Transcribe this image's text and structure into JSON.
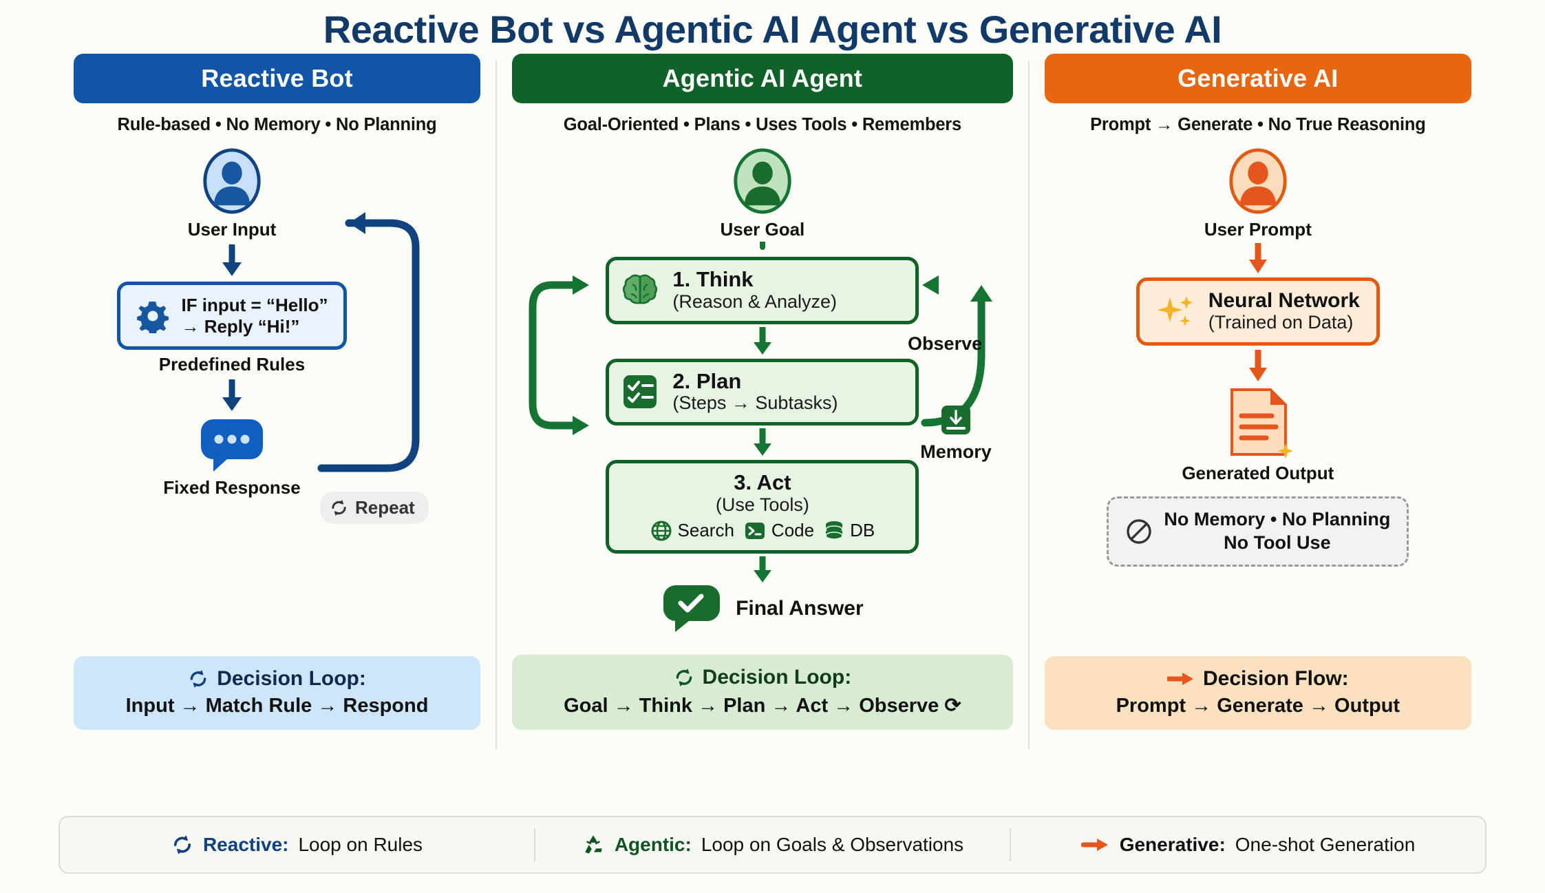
{
  "title": "Reactive Bot vs Agentic AI Agent vs Generative AI",
  "colors": {
    "blue": "#1155a8",
    "green": "#116228",
    "orange": "#e86610",
    "blue_light": "#cde6fb",
    "green_light": "#d8ecd4",
    "orange_light": "#fbe1bf",
    "background": "#fdfdf8"
  },
  "columns": {
    "reactive": {
      "header": "Reactive Bot",
      "subtitle": "Rule-based • No Memory • No Planning",
      "avatar_caption": "User Input",
      "rule_line1": "IF input = “Hello”",
      "rule_line2": "→ Reply “Hi!”",
      "rule_caption": "Predefined Rules",
      "response_caption": "Fixed Response",
      "repeat_label": "Repeat",
      "loop_title": "Decision Loop:",
      "loop_line": "Input → Match Rule → Respond"
    },
    "agentic": {
      "header": "Agentic AI Agent",
      "subtitle": "Goal-Oriented • Plans • Uses Tools • Remembers",
      "avatar_caption": "User Goal",
      "step1_title": "1. Think",
      "step1_sub": "(Reason & Analyze)",
      "step2_title": "2. Plan",
      "step2_sub": "(Steps → Subtasks)",
      "step3_title": "3. Act",
      "step3_sub": "(Use Tools)",
      "tool1": "Search",
      "tool2": "Code",
      "tool3": "DB",
      "observe_label": "Observe",
      "memory_label": "Memory",
      "final_label": "Final Answer",
      "loop_title": "Decision Loop:",
      "loop_line": "Goal → Think → Plan → Act → Observe ⟳"
    },
    "generative": {
      "header": "Generative AI",
      "subtitle": "Prompt → Generate • No True Reasoning",
      "avatar_caption": "User Prompt",
      "nn_title": "Neural Network",
      "nn_sub": "(Trained on Data)",
      "output_caption": "Generated Output",
      "limits_line1": "No Memory • No Planning",
      "limits_line2": "No Tool Use",
      "loop_title": "Decision Flow:",
      "loop_line": "Prompt → Generate → Output"
    }
  },
  "legend": [
    {
      "label": "Reactive:",
      "text": "Loop on Rules",
      "icon": "refresh-loop-icon"
    },
    {
      "label": "Agentic:",
      "text": "Loop on Goals & Observations",
      "icon": "recycle-loop-icon"
    },
    {
      "label": "Generative:",
      "text": "One-shot Generation",
      "icon": "arrow-right-icon"
    }
  ]
}
